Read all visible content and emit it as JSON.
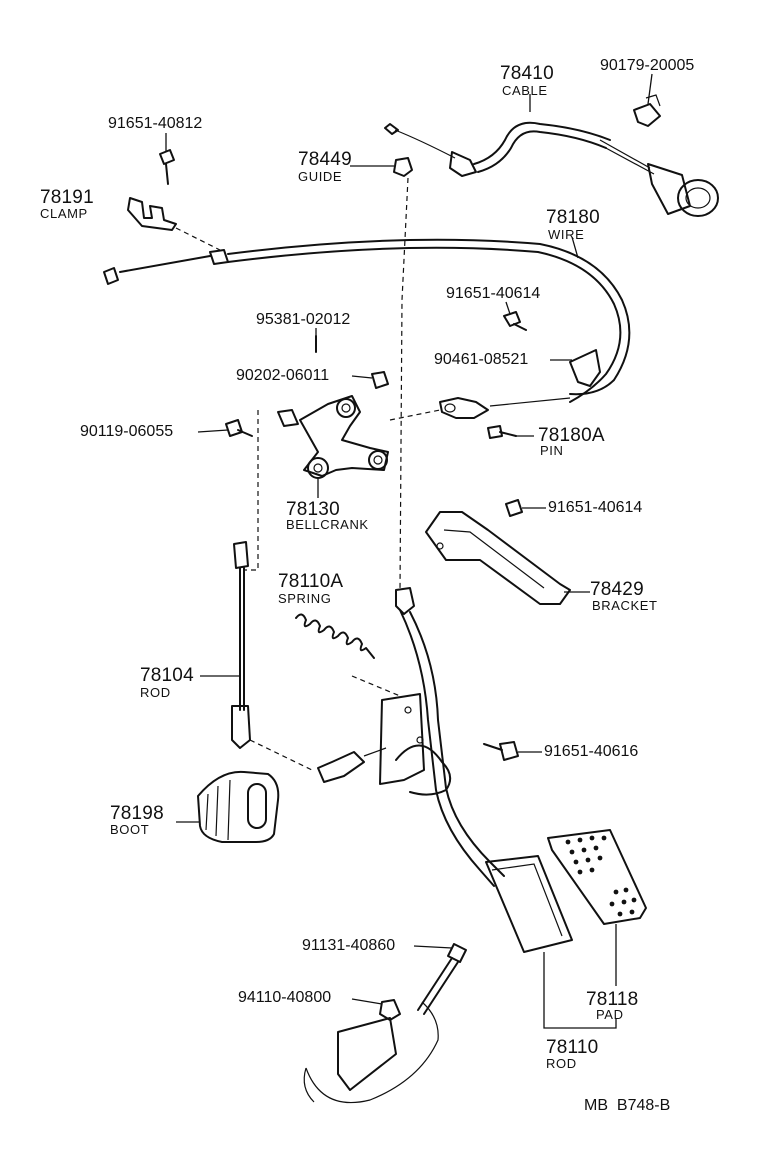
{
  "parts": {
    "p_78410": {
      "number": "78410",
      "name": "CABLE"
    },
    "p_90179": {
      "number": "90179-20005"
    },
    "p_91651_40812": {
      "number": "91651-40812"
    },
    "p_78449": {
      "number": "78449",
      "name": "GUIDE"
    },
    "p_78191": {
      "number": "78191",
      "name": "CLAMP"
    },
    "p_78180": {
      "number": "78180",
      "name": "WIRE"
    },
    "p_91651_40614a": {
      "number": "91651-40614"
    },
    "p_95381": {
      "number": "95381-02012"
    },
    "p_90461": {
      "number": "90461-08521"
    },
    "p_90202": {
      "number": "90202-06011"
    },
    "p_90119": {
      "number": "90119-06055"
    },
    "p_78180A": {
      "number": "78180A",
      "name": "PIN"
    },
    "p_78130": {
      "number": "78130",
      "name": "BELLCRANK"
    },
    "p_91651_40614b": {
      "number": "91651-40614"
    },
    "p_78110A": {
      "number": "78110A",
      "name": "SPRING"
    },
    "p_78429": {
      "number": "78429",
      "name": "BRACKET"
    },
    "p_78104": {
      "number": "78104",
      "name": "ROD"
    },
    "p_91651_40616": {
      "number": "91651-40616"
    },
    "p_78198": {
      "number": "78198",
      "name": "BOOT"
    },
    "p_91131": {
      "number": "91131-40860"
    },
    "p_94110": {
      "number": "94110-40800"
    },
    "p_78118": {
      "number": "78118",
      "name": "PAD"
    },
    "p_78110": {
      "number": "78110",
      "name": "ROD"
    }
  },
  "footer": {
    "code": "MB  B748-B"
  }
}
